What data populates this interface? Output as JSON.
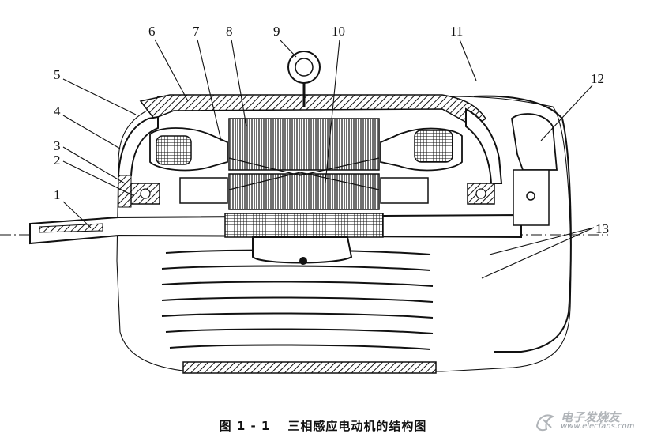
{
  "figure": {
    "callouts": [
      "1",
      "2",
      "3",
      "4",
      "5",
      "6",
      "7",
      "8",
      "9",
      "10",
      "11",
      "12",
      "13"
    ],
    "caption_number": "图 1 - 1",
    "caption_title": "三相感应电动机的结构图"
  },
  "watermark": {
    "name_cn": "电子发烧友",
    "url": "www.elecfans.com"
  }
}
